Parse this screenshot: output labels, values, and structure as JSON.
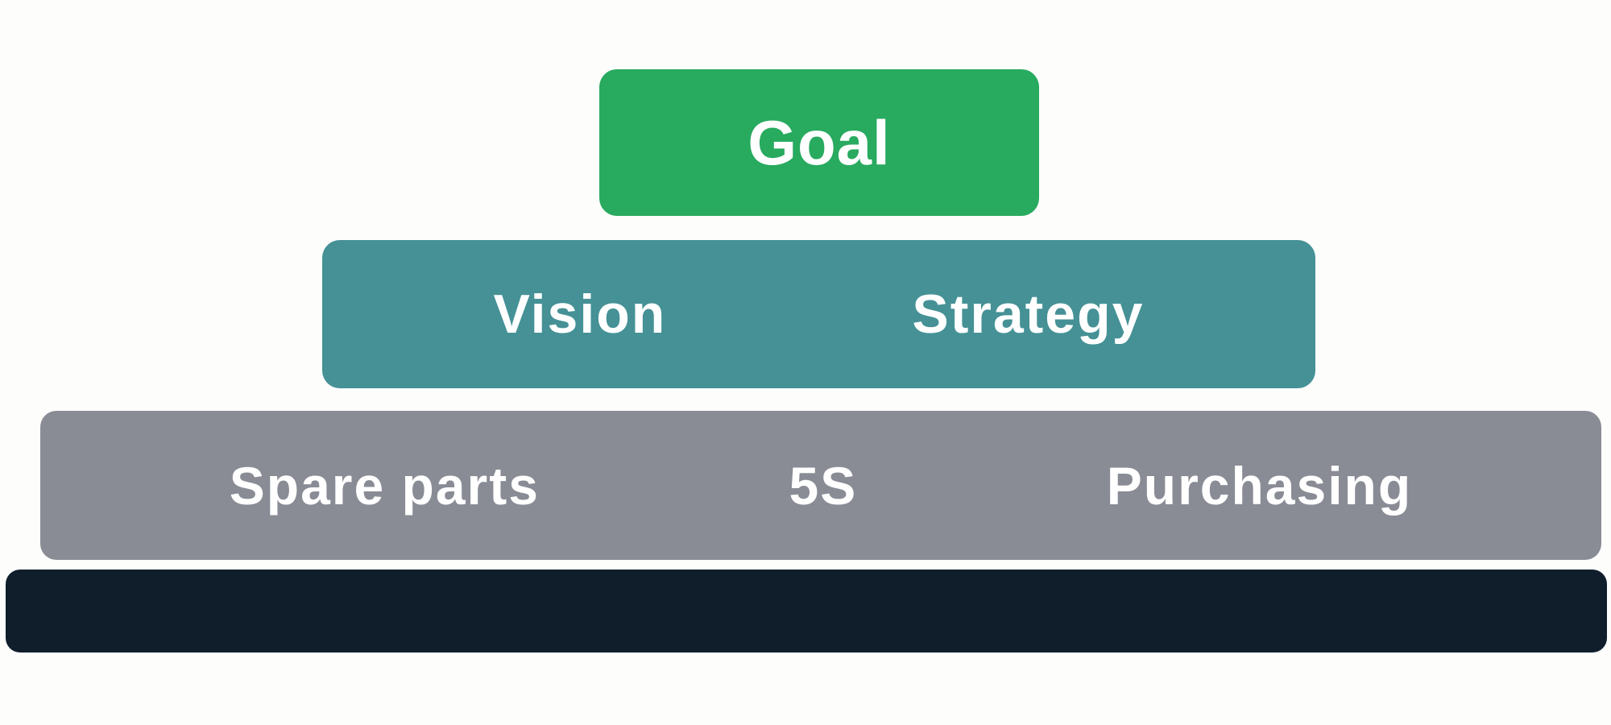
{
  "diagram": {
    "type": "layered-pyramid",
    "background_color": "#fdfdfc",
    "text_color": "#ffffff",
    "levels": [
      {
        "name": "goal",
        "color": "#28aa5f",
        "labels": [
          "Goal"
        ]
      },
      {
        "name": "vision-strategy",
        "color": "#459196",
        "labels": [
          "Vision",
          "Strategy"
        ]
      },
      {
        "name": "operations",
        "color": "#898c95",
        "labels": [
          "Spare parts",
          "5S",
          "Purchasing"
        ]
      },
      {
        "name": "foundation",
        "color": "#101e2c",
        "labels": []
      }
    ]
  }
}
